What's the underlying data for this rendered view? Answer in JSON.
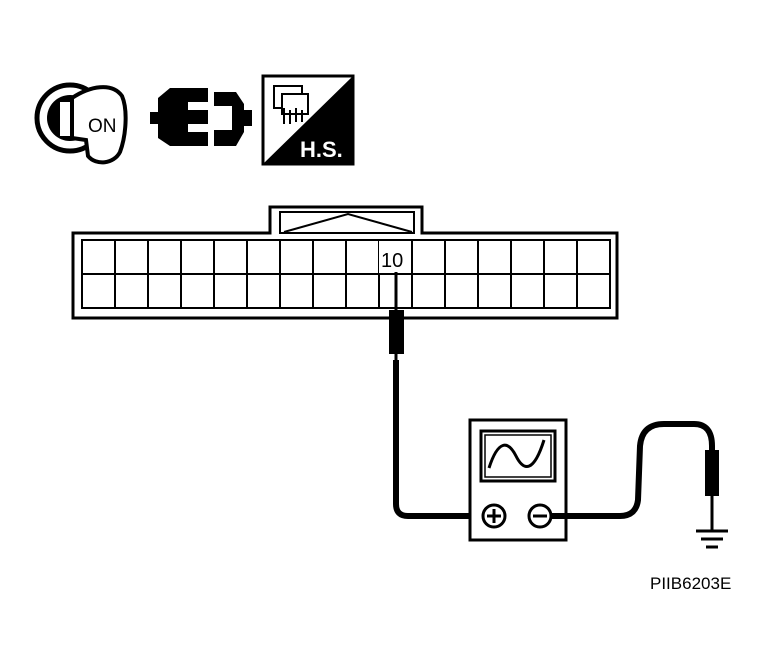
{
  "icons": {
    "ignition": {
      "icon": "ignition-key-icon",
      "label": "ON"
    },
    "connector": {
      "icon": "connector-disconnected-icon"
    },
    "harness_side": {
      "icon": "harness-side-connector-icon",
      "label": "H.S."
    }
  },
  "connector": {
    "rows": 2,
    "cols": 16,
    "terminal_label": "10"
  },
  "instrument": {
    "icon": "oscilloscope-icon"
  },
  "ground": {
    "icon": "ground-symbol-icon"
  },
  "figure_code": "PIIB6203E",
  "colors": {
    "line": "#000000",
    "background": "#ffffff"
  }
}
